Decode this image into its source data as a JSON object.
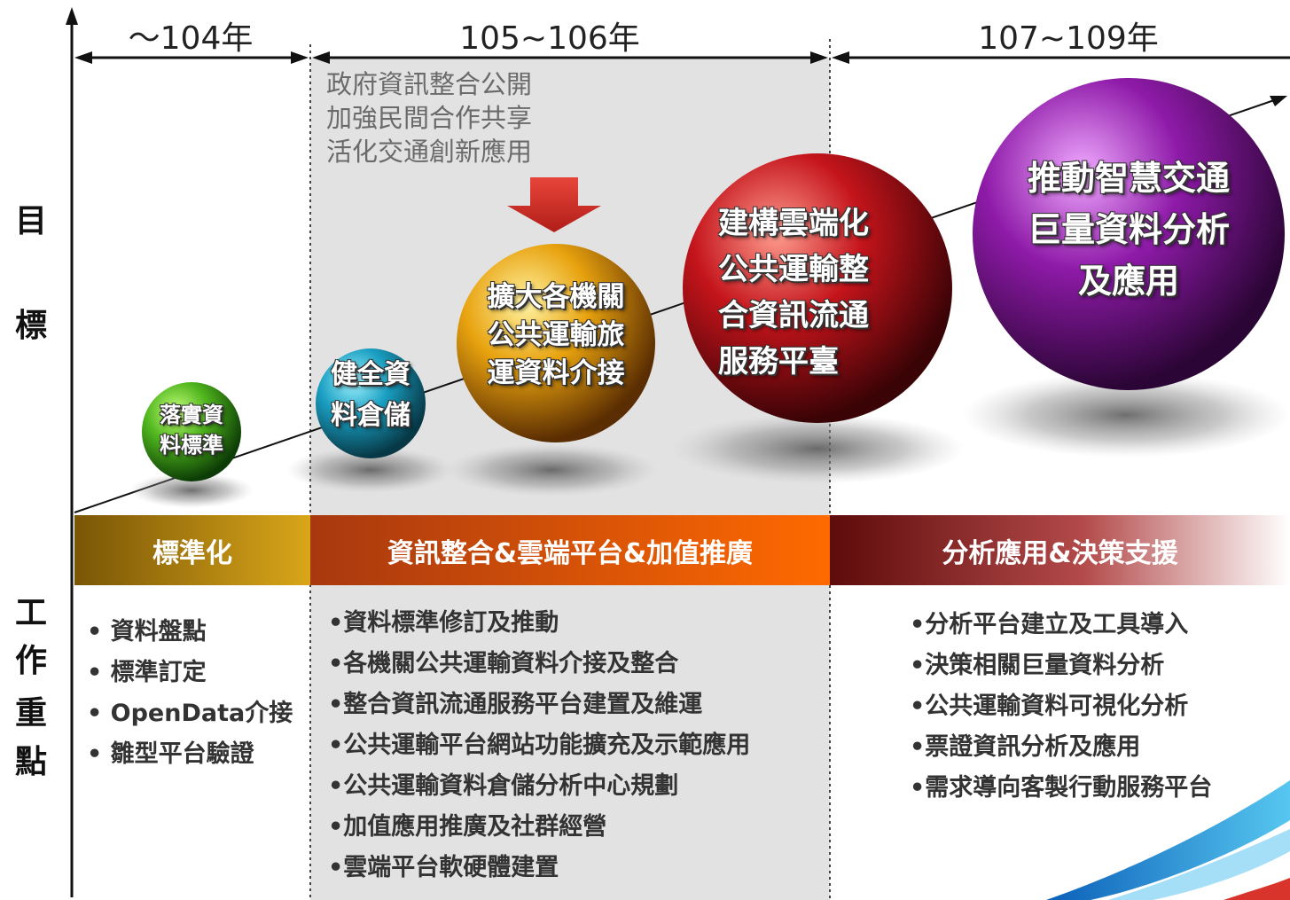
{
  "periods": [
    "～104年",
    "105~106年",
    "107~109年"
  ],
  "side_labels": {
    "goal": [
      "目",
      "標"
    ],
    "work": [
      "工",
      "作",
      "重",
      "點"
    ]
  },
  "goal_text": [
    "政府資訊整合公開",
    "加強民間合作共享",
    "活化交通創新應用"
  ],
  "spheres": [
    {
      "lines": [
        "落實資",
        "料標準"
      ],
      "color": "green"
    },
    {
      "lines": [
        "健全資",
        "料倉儲"
      ],
      "color": "teal"
    },
    {
      "lines": [
        "擴大各機關",
        "公共運輸旅",
        "運資料介接"
      ],
      "color": "gold"
    },
    {
      "lines": [
        "建構雲端化",
        "公共運輸整",
        "合資訊流通",
        "服務平臺"
      ],
      "color": "red"
    },
    {
      "lines": [
        "推動智慧交通",
        "巨量資料分析",
        "及應用"
      ],
      "color": "purple"
    }
  ],
  "phases": [
    "標準化",
    "資訊整合&雲端平台&加值推廣",
    "分析應用&決策支援"
  ],
  "tasks": {
    "phase1": [
      "• 資料盤點",
      "• 標準訂定",
      "• OpenData介接",
      "• 雛型平台驗證"
    ],
    "phase2": [
      "•資料標準修訂及推動",
      "•各機關公共運輸資料介接及整合",
      "•整合資訊流通服務平台建置及維運",
      "•公共運輸平台網站功能擴充及示範應用",
      "•公共運輸資料倉儲分析中心規劃",
      "•加值應用推廣及社群經營",
      "•雲端平台軟硬體建置"
    ],
    "phase3": [
      "•分析平台建立及工具導入",
      "•決策相關巨量資料分析",
      "•公共運輸資料可視化分析",
      "•票證資訊分析及應用",
      "•需求導向客製行動服務平台"
    ]
  },
  "colors": {
    "phase1": "#b8860b",
    "phase2": "#e3561a",
    "phase3": "#8b1a1a",
    "middle_panel": "#e2e2e2",
    "arrow": "#d9342b"
  }
}
